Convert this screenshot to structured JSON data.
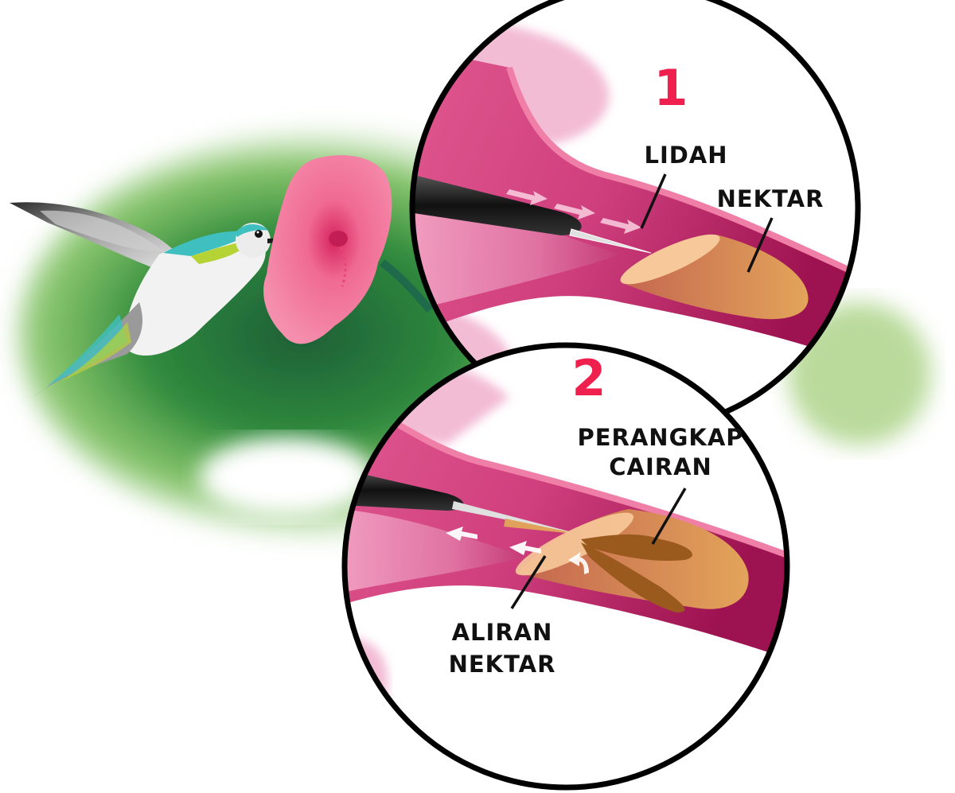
{
  "diagram": {
    "subject": "Hummingbird tongue nectar-feeding mechanism",
    "colors": {
      "step_number": "#f0204e",
      "label_text": "#111111",
      "tube_dark": "#a81558",
      "tube_mid": "#d44f88",
      "tube_light": "#f2a3c6",
      "nectar": "#d9944f",
      "nectar_light": "#f7c99a",
      "trap": "#9a5a1e",
      "beak": "#1a1a1a",
      "foliage": "#3d8a3a",
      "flower": "#f0698f",
      "circle_border": "#000000"
    },
    "panels": [
      {
        "number": "1",
        "labels": [
          {
            "text": "LIDAH"
          },
          {
            "text": "NEKTAR"
          }
        ]
      },
      {
        "number": "2",
        "labels": [
          {
            "line1": "PERANGKAP",
            "line2": "CAIRAN"
          },
          {
            "line1": "ALIRAN",
            "line2": "NEKTAR"
          }
        ]
      }
    ],
    "illustration": {
      "bird": "hummingbird",
      "flower": "pink trumpet flower"
    }
  }
}
